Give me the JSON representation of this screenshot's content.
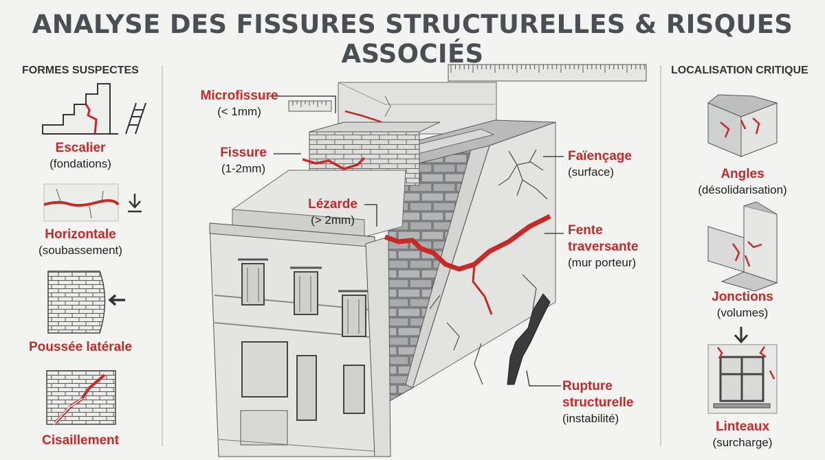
{
  "title": "ANALYSE DES FISSURES STRUCTURELLES & RISQUES ASSOCIÉS",
  "left_panel": {
    "heading": "FORMES SUSPECTES",
    "items": [
      {
        "name": "Escalier",
        "note": "(fondations)"
      },
      {
        "name": "Horizontale",
        "note": "(soubassement)"
      },
      {
        "name": "Poussée latérale",
        "note": ""
      },
      {
        "name": "Cisaillement",
        "note": ""
      }
    ]
  },
  "right_panel": {
    "heading": "LOCALISATION CRITIQUE",
    "items": [
      {
        "name": "Angles",
        "note": "(désolidarisation)"
      },
      {
        "name": "Jonctions",
        "note": "(volumes)"
      },
      {
        "name": "Linteaux",
        "note": "(surcharge)"
      }
    ]
  },
  "center": {
    "callouts": [
      {
        "name": "Microfissure",
        "note": "(< 1mm)"
      },
      {
        "name": "Fissure",
        "note": "(1-2mm)"
      },
      {
        "name": "Lézarde",
        "note": "(> 2mm)"
      },
      {
        "name": "Faïençage",
        "note": "(surface)"
      },
      {
        "name": "Fente traversante",
        "line1": "Fente",
        "line2": "traversante",
        "note": "(mur porteur)"
      },
      {
        "name": "Rupture structurelle",
        "line1": "Rupture",
        "line2": "structurelle",
        "note": "(instabilité)"
      }
    ]
  },
  "colors": {
    "crack": "#c62a26",
    "text_dark": "#2b2b2b",
    "title": "#4a4f54",
    "background": "#f3f3f1"
  }
}
